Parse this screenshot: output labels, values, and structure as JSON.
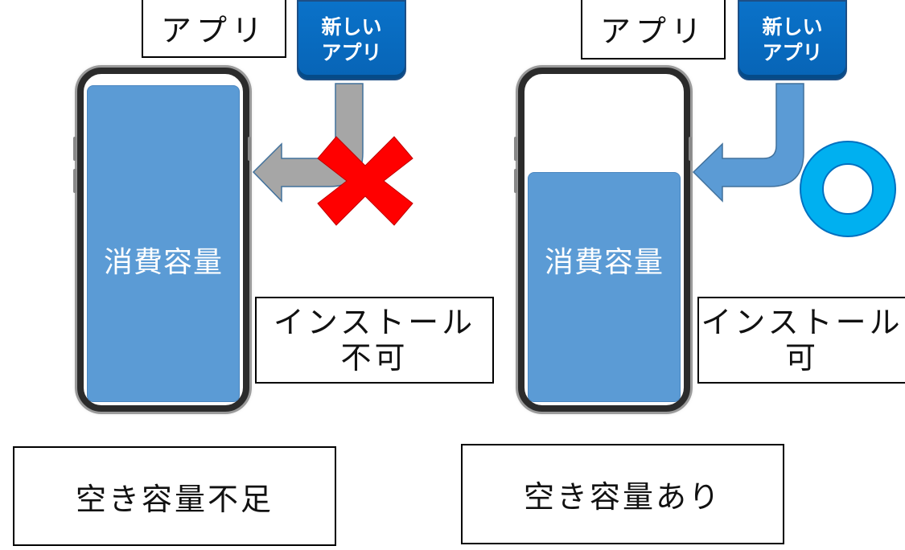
{
  "left_panel": {
    "app_label": "アプリ",
    "new_app_line1": "新しい",
    "new_app_line2": "アプリ",
    "consumed_label": "消費容量",
    "install_line1": "インストール",
    "install_line2": "不可",
    "status_label": "空き容量不足",
    "result_icon": "cross-icon",
    "arrow_color": "#a6a6a6",
    "fill_fraction": 1.0
  },
  "right_panel": {
    "app_label": "アプリ",
    "new_app_line1": "新しい",
    "new_app_line2": "アプリ",
    "consumed_label": "消費容量",
    "install_line1": "インストール",
    "install_line2": "可",
    "status_label": "空き容量あり",
    "result_icon": "circle-icon",
    "arrow_color": "#5b9bd5",
    "fill_fraction": 0.7
  },
  "colors": {
    "storage_fill": "#5b9bd5",
    "new_app_badge": "#0a72c9",
    "cross": "#ff0000",
    "circle": "#00b0f0"
  }
}
